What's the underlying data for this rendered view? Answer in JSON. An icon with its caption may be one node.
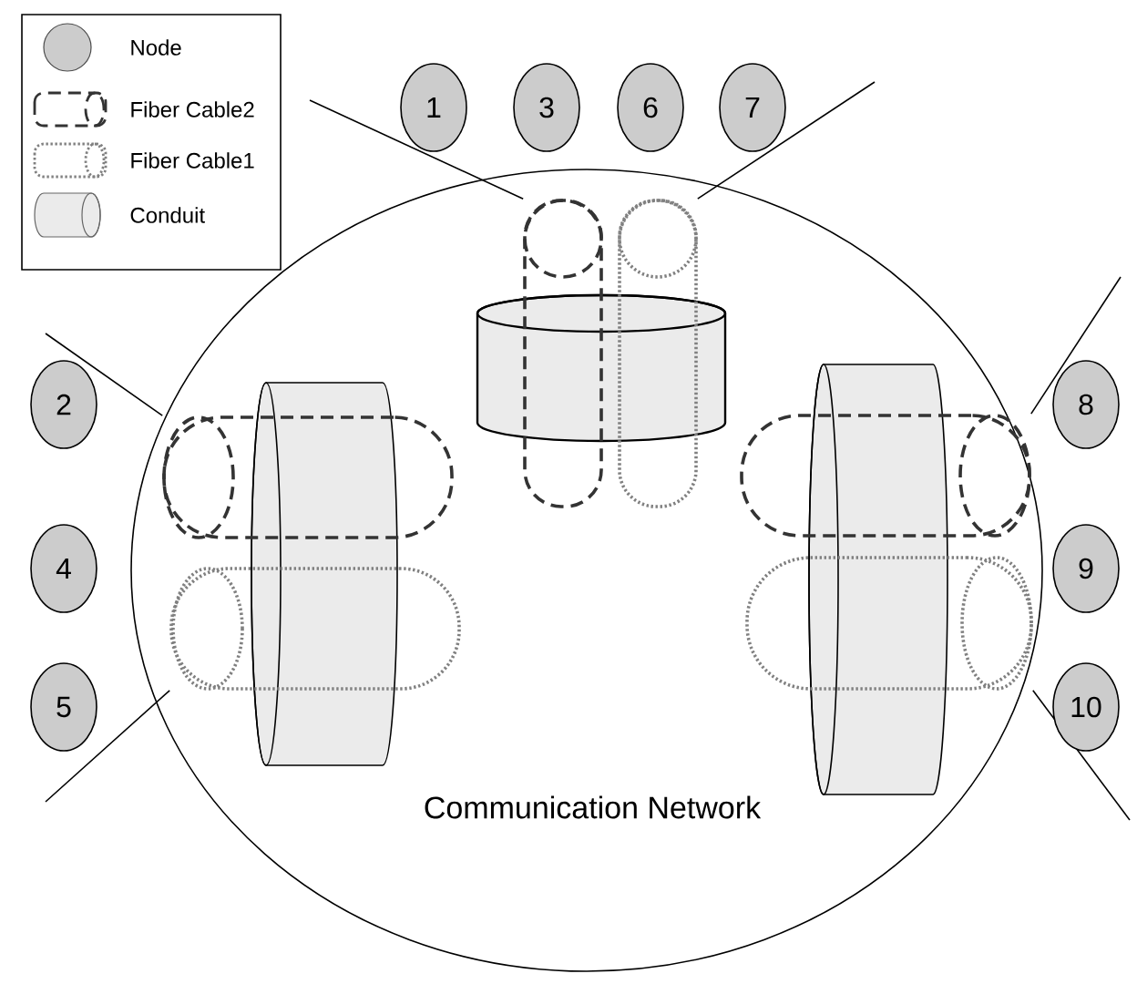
{
  "diagram": {
    "nodes": [
      {
        "text": [
          "1"
        ]
      },
      {
        "text": [
          "3"
        ]
      },
      {
        "text": [
          "6"
        ]
      },
      {
        "text": [
          "7"
        ]
      },
      {
        "text": [
          "2"
        ]
      },
      {
        "text": [
          "8"
        ]
      },
      {
        "text": [
          "4"
        ]
      },
      {
        "text": [
          "9"
        ]
      },
      {
        "text": [
          "5"
        ]
      },
      {
        "text": [
          "10"
        ]
      },
      {
        "text": [
          "Communication Network"
        ]
      },
      {
        "text": [],
        "shape": "cylinder",
        "in": 10
      },
      {
        "text": [],
        "shape": "cable",
        "in": 10
      },
      {
        "text": [],
        "shape": "cable",
        "in": 10
      },
      {
        "text": [],
        "shape": "cylinder",
        "in": 10
      },
      {
        "text": [],
        "shape": "cable",
        "in": 10
      },
      {
        "text": [],
        "shape": "cable",
        "in": 10
      },
      {
        "text": [],
        "shape": "cylinder",
        "in": 10
      },
      {
        "text": [],
        "shape": "cable",
        "in": 10
      },
      {
        "text": [],
        "shape": "cable",
        "in": 10
      }
    ],
    "edges": [
      {
        "from": null,
        "to": 12,
        "arrow": "none"
      },
      {
        "from": null,
        "to": 13,
        "arrow": "none"
      },
      {
        "from": null,
        "to": 15,
        "arrow": "none"
      },
      {
        "from": null,
        "to": 16,
        "arrow": "none"
      },
      {
        "from": null,
        "to": 18,
        "arrow": "none"
      },
      {
        "from": null,
        "to": 19,
        "arrow": "none"
      }
    ],
    "legend": [
      {
        "text": "Node"
      },
      {
        "text": "Fiber Cable2"
      },
      {
        "text": "Fiber Cable1"
      },
      {
        "text": "Conduit"
      }
    ]
  }
}
